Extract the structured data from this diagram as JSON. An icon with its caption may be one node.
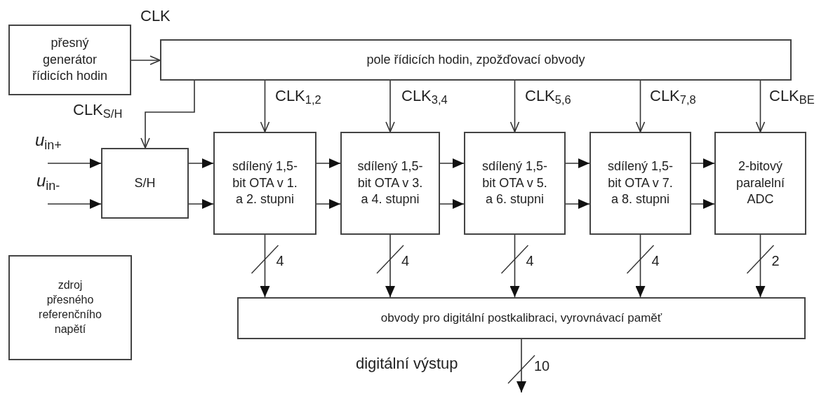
{
  "diagram": {
    "nodes": [
      {
        "text": [
          "přesný generátor řídicích hodin"
        ]
      },
      {
        "text": [
          "pole řídicích hodin, zpožďovací obvody"
        ]
      },
      {
        "text": [
          "S/H"
        ]
      },
      {
        "text": [
          "sdílený 1,5-bit OTA v 1. a 2. stupni"
        ]
      },
      {
        "text": [
          "sdílený 1,5-bit OTA v 3. a 4. stupni"
        ]
      },
      {
        "text": [
          "sdílený 1,5-bit OTA v 5. a 6. stupni"
        ]
      },
      {
        "text": [
          "sdílený 1,5-bit OTA v 7. a 8. stupni"
        ]
      },
      {
        "text": [
          "2-bitový paralelní ADC"
        ]
      },
      {
        "text": [
          "zdroj přesného referenčního napětí"
        ]
      },
      {
        "text": [
          "obvody pro digitální postkalibraci, vyrovnávací paměť"
        ]
      }
    ],
    "edges": [
      {
        "from": 0,
        "to": 1,
        "arrow": "to",
        "label": "CLK"
      },
      {
        "from": 1,
        "to": 2,
        "arrow": "to",
        "label": "CLK$_{S/H}$"
      },
      {
        "from": 1,
        "to": 3,
        "arrow": "to",
        "label": "CLK$_{1,2}$"
      },
      {
        "from": 1,
        "to": 4,
        "arrow": "to",
        "label": "CLK$_{3,4}$"
      },
      {
        "from": 1,
        "to": 5,
        "arrow": "to",
        "label": "CLK$_{5,6}$"
      },
      {
        "from": 1,
        "to": 6,
        "arrow": "to",
        "label": "CLK$_{7,8}$"
      },
      {
        "from": 1,
        "to": 7,
        "arrow": "to",
        "label": "CLK$_{BE}$"
      },
      {
        "from": null,
        "to": 2,
        "arrow": "to"
      },
      {
        "from": null,
        "to": 2,
        "arrow": "to"
      },
      {
        "from": 2,
        "to": 3,
        "arrow": "to"
      },
      {
        "from": 2,
        "to": 3,
        "arrow": "to"
      },
      {
        "from": 3,
        "to": 4,
        "arrow": "to"
      },
      {
        "from": 3,
        "to": 4,
        "arrow": "to"
      },
      {
        "from": 4,
        "to": 5,
        "arrow": "to"
      },
      {
        "from": 4,
        "to": 5,
        "arrow": "to"
      },
      {
        "from": 5,
        "to": 6,
        "arrow": "to"
      },
      {
        "from": 5,
        "to": 6,
        "arrow": "to"
      },
      {
        "from": 6,
        "to": 7,
        "arrow": "to"
      },
      {
        "from": 6,
        "to": 7,
        "arrow": "to"
      },
      {
        "from": 3,
        "to": 9,
        "arrow": "to",
        "label": "4"
      },
      {
        "from": 4,
        "to": 9,
        "arrow": "to",
        "label": "4"
      },
      {
        "from": 5,
        "to": 9,
        "arrow": "to",
        "label": "4"
      },
      {
        "from": 6,
        "to": 9,
        "arrow": "to",
        "label": "4"
      },
      {
        "from": 7,
        "to": 9,
        "arrow": "to",
        "label": "2"
      },
      {
        "from": 9,
        "to": null,
        "arrow": "to",
        "label": "10"
      }
    ],
    "labels": [
      "*u*$_{in+}$",
      "*u*$_{in-}$",
      "digitální výstup"
    ]
  }
}
